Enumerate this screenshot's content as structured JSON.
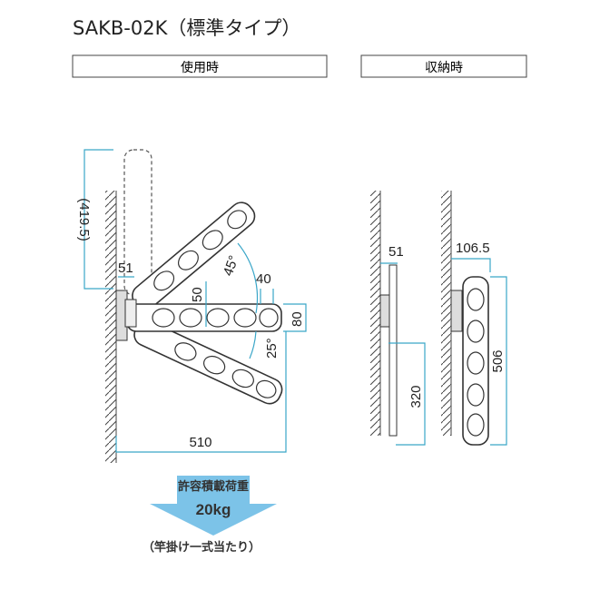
{
  "title": "SAKB-02K（標準タイプ）",
  "sections": {
    "in_use": "使用時",
    "stored": "収納時"
  },
  "dimensions": {
    "height_folded_up": "(419.5)",
    "bracket_depth": "51",
    "angle_up": "45°",
    "offset_40": "40",
    "offset_50": "50",
    "arm_height": "80",
    "angle_down": "25°",
    "arm_length": "510",
    "stored_pole_depth": "51",
    "stored_depth": "106.5",
    "stored_pole_height": "320",
    "stored_height": "506"
  },
  "load": {
    "label": "許容積載荷重",
    "value": "20kg",
    "note": "（竿掛け一式当たり）"
  },
  "colors": {
    "dimension": "#3aa6c8",
    "arrow": "#7cc3e8"
  }
}
